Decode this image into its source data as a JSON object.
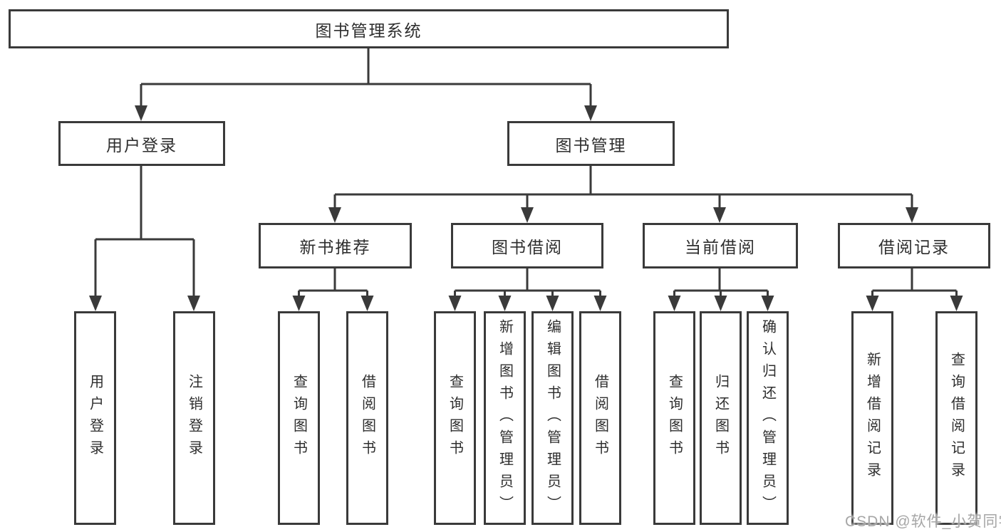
{
  "colors": {
    "line": "#3a3a3a",
    "text": "#2e2e2e",
    "watermark": "#a6a6a6",
    "background": "#ffffff"
  },
  "nodes": {
    "root": "图书管理系统",
    "user_login": "用户登录",
    "book_mgmt": "图书管理",
    "new_book": "新书推荐",
    "book_borrow": "图书借阅",
    "current_borrow": "当前借阅",
    "borrow_record": "借阅记录",
    "ul_login": "用户登录",
    "ul_logout": "注销登录",
    "nb_query": "查询图书",
    "nb_borrow": "借阅图书",
    "bb_query": "查询图书",
    "bb_add": "新增图书（管理员）",
    "bb_edit": "编辑图书（管理员）",
    "bb_borrow": "借阅图书",
    "cb_query": "查询图书",
    "cb_return": "归还图书",
    "cb_confirm": "确认归还（管理员）",
    "br_add": "新增借阅记录",
    "br_query": "查询借阅记录"
  },
  "watermark": "CSDN @软件_小贺同学"
}
